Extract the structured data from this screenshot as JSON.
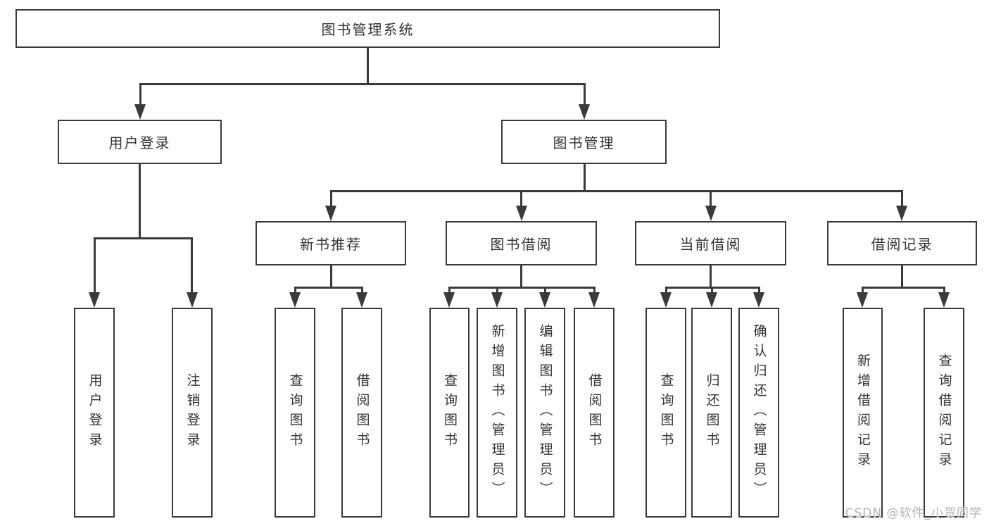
{
  "diagram": {
    "title": "图书管理系统",
    "type": "functional-structure-tree"
  },
  "tree": {
    "label": "图书管理系统",
    "children": [
      {
        "label": "用户登录",
        "children": [
          {
            "label": "用户登录"
          },
          {
            "label": "注销登录"
          }
        ]
      },
      {
        "label": "图书管理",
        "children": [
          {
            "label": "新书推荐",
            "children": [
              {
                "label": "查询图书"
              },
              {
                "label": "借阅图书"
              }
            ]
          },
          {
            "label": "图书借阅",
            "children": [
              {
                "label": "查询图书"
              },
              {
                "label": "新增图书（管理员）"
              },
              {
                "label": "编辑图书（管理员）"
              },
              {
                "label": "借阅图书"
              }
            ]
          },
          {
            "label": "当前借阅",
            "children": [
              {
                "label": "查询图书"
              },
              {
                "label": "归还图书"
              },
              {
                "label": "确认归还（管理员）"
              }
            ]
          },
          {
            "label": "借阅记录",
            "children": [
              {
                "label": "新增借阅记录"
              },
              {
                "label": "查询借阅记录"
              }
            ]
          }
        ]
      }
    ]
  },
  "watermark": {
    "text": "CSDN @软件_小贺同学"
  },
  "colors": {
    "line": "#3a3a3a",
    "text": "#333333",
    "watermark": "#b3b3b3",
    "background": "#ffffff"
  }
}
